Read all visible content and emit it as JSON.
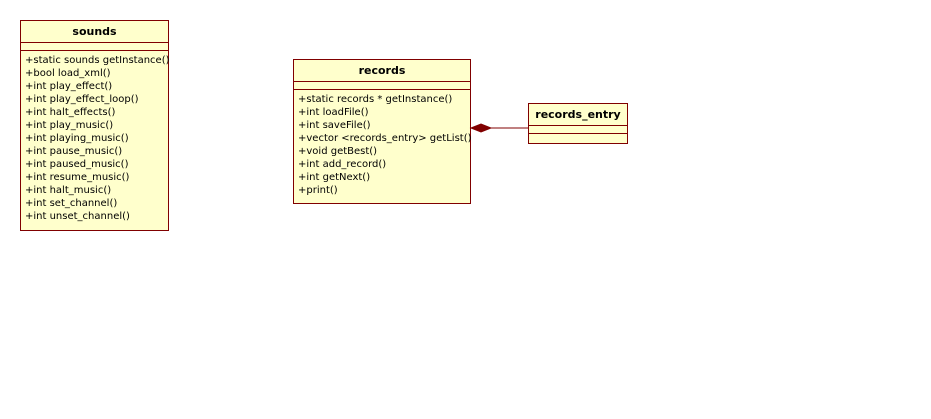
{
  "classes": {
    "sounds": {
      "name": "sounds",
      "operations": [
        "+static sounds getInstance()",
        "+bool load_xml()",
        "+int play_effect()",
        "+int play_effect_loop()",
        "+int halt_effects()",
        "+int play_music()",
        "+int playing_music()",
        "+int pause_music()",
        "+int paused_music()",
        "+int resume_music()",
        "+int halt_music()",
        "+int set_channel()",
        "+int unset_channel()"
      ]
    },
    "records": {
      "name": "records",
      "operations": [
        "+static records * getInstance()",
        "+int loadFile()",
        "+int saveFile()",
        "+vector <records_entry> getList()",
        "+void getBest()",
        "+int add_record()",
        "+int getNext()",
        "+print()"
      ]
    },
    "records_entry": {
      "name": "records_entry",
      "operations": []
    }
  },
  "relations": [
    {
      "type": "composition",
      "whole": "records",
      "part": "records_entry"
    }
  ],
  "colors": {
    "class_fill": "#ffffcc",
    "class_border": "#800000",
    "connector": "#800000"
  }
}
